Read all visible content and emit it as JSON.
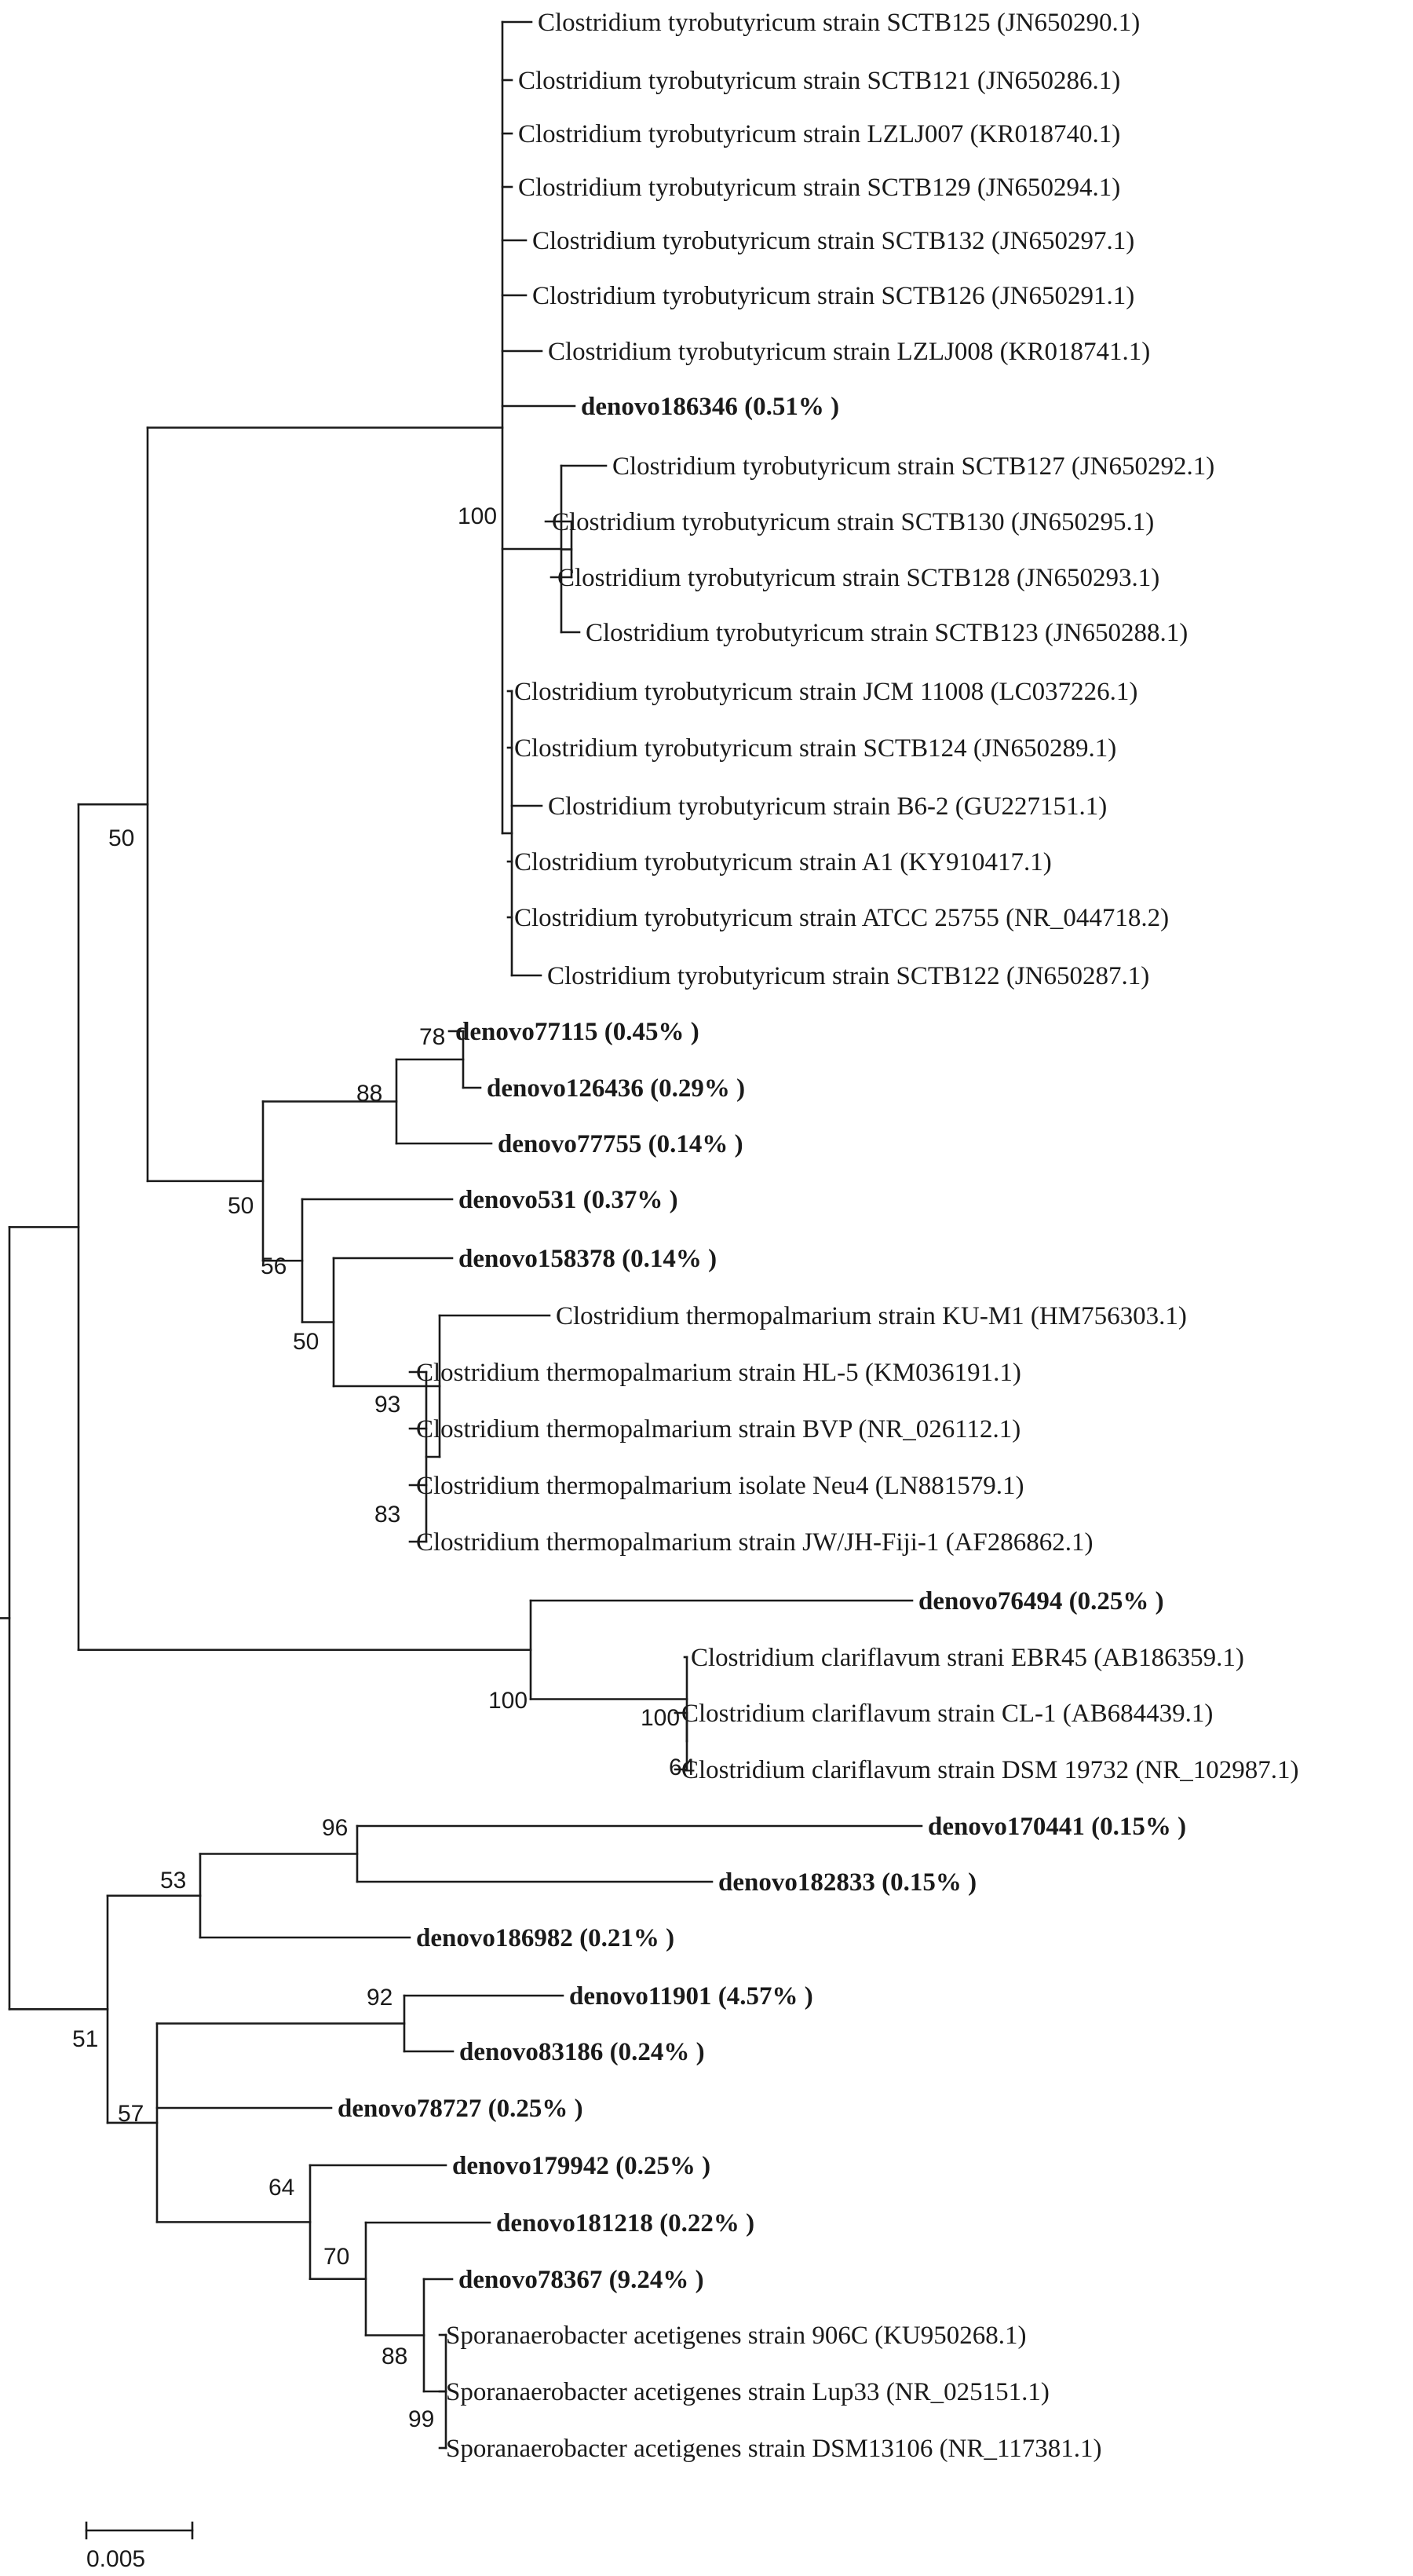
{
  "leaves": [
    {
      "id": "L0",
      "label": "Clostridium tyrobutyricum strain SCTB125 (JN650290.1)",
      "bold": false
    },
    {
      "id": "L1",
      "label": "Clostridium tyrobutyricum strain SCTB121 (JN650286.1)",
      "bold": false
    },
    {
      "id": "L2",
      "label": "Clostridium tyrobutyricum strain LZLJ007 (KR018740.1)",
      "bold": false
    },
    {
      "id": "L3",
      "label": "Clostridium tyrobutyricum strain SCTB129 (JN650294.1)",
      "bold": false
    },
    {
      "id": "L4",
      "label": "Clostridium tyrobutyricum strain SCTB132 (JN650297.1)",
      "bold": false
    },
    {
      "id": "L5",
      "label": "Clostridium tyrobutyricum strain SCTB126 (JN650291.1)",
      "bold": false
    },
    {
      "id": "L6",
      "label": "Clostridium tyrobutyricum strain LZLJ008 (KR018741.1)",
      "bold": false
    },
    {
      "id": "L7",
      "label": "denovo186346 (0.51% )",
      "bold": true
    },
    {
      "id": "L8",
      "label": "Clostridium tyrobutyricum strain SCTB127 (JN650292.1)",
      "bold": false
    },
    {
      "id": "L9",
      "label": "Clostridium tyrobutyricum strain SCTB130 (JN650295.1)",
      "bold": false
    },
    {
      "id": "L10",
      "label": "Clostridium tyrobutyricum strain SCTB128 (JN650293.1)",
      "bold": false
    },
    {
      "id": "L11",
      "label": "Clostridium tyrobutyricum strain SCTB123 (JN650288.1)",
      "bold": false
    },
    {
      "id": "L12",
      "label": "Clostridium tyrobutyricum strain JCM 11008 (LC037226.1)",
      "bold": false
    },
    {
      "id": "L13",
      "label": "Clostridium tyrobutyricum strain SCTB124 (JN650289.1)",
      "bold": false
    },
    {
      "id": "L14",
      "label": "Clostridium tyrobutyricum strain B6-2 (GU227151.1)",
      "bold": false
    },
    {
      "id": "L15",
      "label": "Clostridium tyrobutyricum strain A1 (KY910417.1)",
      "bold": false
    },
    {
      "id": "L16",
      "label": "Clostridium tyrobutyricum strain  ATCC 25755 (NR_044718.2)",
      "bold": false
    },
    {
      "id": "L17",
      "label": "Clostridium tyrobutyricum strain SCTB122 (JN650287.1)",
      "bold": false
    },
    {
      "id": "L18",
      "label": "denovo77115 (0.45% )",
      "bold": true
    },
    {
      "id": "L19",
      "label": "denovo126436 (0.29% )",
      "bold": true
    },
    {
      "id": "L20",
      "label": "denovo77755 (0.14% )",
      "bold": true
    },
    {
      "id": "L21",
      "label": "denovo531  (0.37% )",
      "bold": true
    },
    {
      "id": "L22",
      "label": "denovo158378 (0.14% )",
      "bold": true
    },
    {
      "id": "L23",
      "label": "Clostridium thermopalmarium strain KU-M1 (HM756303.1)",
      "bold": false
    },
    {
      "id": "L24",
      "label": "Clostridium thermopalmarium strain HL-5 (KM036191.1)",
      "bold": false
    },
    {
      "id": "L25",
      "label": "Clostridium thermopalmarium strain  BVP (NR_026112.1)",
      "bold": false
    },
    {
      "id": "L26",
      "label": "Clostridium thermopalmarium isolate Neu4 (LN881579.1)",
      "bold": false
    },
    {
      "id": "L27",
      "label": "Clostridium thermopalmarium strain JW/JH-Fiji-1 (AF286862.1)",
      "bold": false
    },
    {
      "id": "L28",
      "label": "denovo76494 (0.25% )",
      "bold": true
    },
    {
      "id": "L29",
      "label": "Clostridium clariflavum strani EBR45 (AB186359.1)",
      "bold": false
    },
    {
      "id": "L30",
      "label": "Clostridium clariflavum strain CL-1 (AB684439.1)",
      "bold": false
    },
    {
      "id": "L31",
      "label": "Clostridium clariflavum strain DSM 19732 (NR_102987.1)",
      "bold": false
    },
    {
      "id": "L32",
      "label": "denovo170441 (0.15% )",
      "bold": true
    },
    {
      "id": "L33",
      "label": "denovo182833 (0.15% )",
      "bold": true
    },
    {
      "id": "L34",
      "label": "denovo186982 (0.21% )",
      "bold": true
    },
    {
      "id": "L35",
      "label": "denovo11901 (4.57% )",
      "bold": true
    },
    {
      "id": "L36",
      "label": "denovo83186 (0.24% )",
      "bold": true
    },
    {
      "id": "L37",
      "label": "denovo78727 (0.25% )",
      "bold": true
    },
    {
      "id": "L38",
      "label": "denovo179942 (0.25% )",
      "bold": true
    },
    {
      "id": "L39",
      "label": "denovo181218 (0.22% )",
      "bold": true
    },
    {
      "id": "L40",
      "label": "denovo78367 (9.24% )",
      "bold": true
    },
    {
      "id": "L41",
      "label": "Sporanaerobacter acetigenes strain 906C (KU950268.1)",
      "bold": false
    },
    {
      "id": "L42",
      "label": "Sporanaerobacter acetigenes strain Lup33 (NR_025151.1)",
      "bold": false
    },
    {
      "id": "L43",
      "label": "Sporanaerobacter acetigenes strain DSM13106 (NR_117381.1)",
      "bold": false
    }
  ],
  "bootstrap": {
    "b100_tyro": "100",
    "b50_top": "50",
    "b78": "78",
    "b88": "88",
    "b50_mid": "50",
    "b56": "56",
    "b50_low": "50",
    "b93": "93",
    "b83": "83",
    "b100_clar": "100",
    "b100_clar_inner": "100",
    "b64_clar": "64",
    "b96": "96",
    "b53": "53",
    "b92": "92",
    "b51": "51",
    "b57": "57",
    "b64_spor": "64",
    "b70": "70",
    "b88_spor": "88",
    "b99": "99"
  },
  "scale_bar": {
    "label": "0.005",
    "value": 0.005
  }
}
